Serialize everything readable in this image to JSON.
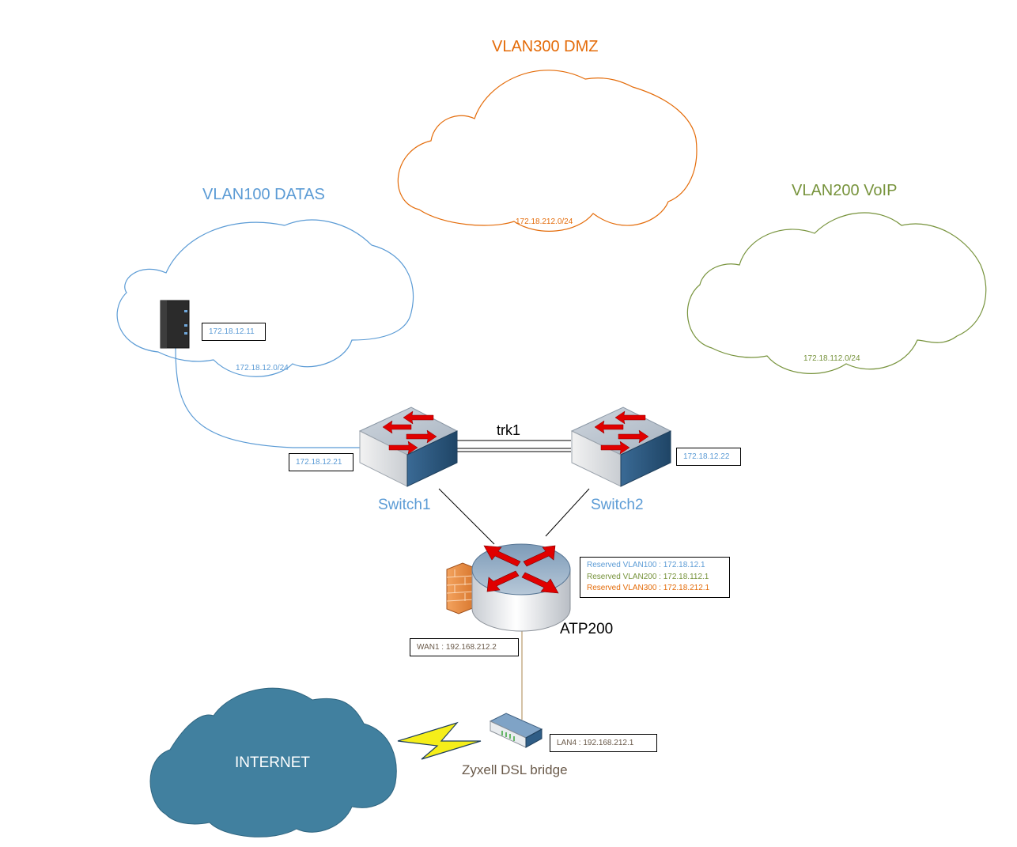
{
  "colors": {
    "vlan100": "#5b9bd5",
    "vlan200": "#77933c",
    "vlan300": "#e46c0a",
    "internet": "#41809f",
    "device_label": "#6a5a4a",
    "switch_label": "#5b9bd5"
  },
  "clouds": {
    "vlan300": {
      "title": "VLAN300 DMZ",
      "subnet": "172.18.212.0/24"
    },
    "vlan100": {
      "title": "VLAN100 DATAS",
      "subnet": "172.18.12.0/24"
    },
    "vlan200": {
      "title": "VLAN200 VoIP",
      "subnet": "172.18.112.0/24"
    },
    "internet": {
      "label": "INTERNET"
    }
  },
  "nas": {
    "ip": "172.18.12.11",
    "icon": "nas-server-icon"
  },
  "switch1": {
    "name": "Switch1",
    "ip": "172.18.12.21",
    "icon": "switch-icon"
  },
  "switch2": {
    "name": "Switch2",
    "ip": "172.18.12.22",
    "icon": "switch-icon"
  },
  "trunk": {
    "label": "trk1"
  },
  "firewall": {
    "name": "ATP200",
    "icon": "router-firewall-icon",
    "reserved": [
      {
        "text": "Reserved VLAN100 : 172.18.12.1"
      },
      {
        "text": "Reserved VLAN200 : 172.18.112.1"
      },
      {
        "text": "Reserved VLAN300 : 172.18.212.1"
      }
    ],
    "wan": "WAN1 : 192.168.212.2"
  },
  "bridge": {
    "name": "Zyxell DSL bridge",
    "lan": "LAN4 : 192.168.212.1",
    "icon": "dsl-modem-icon"
  }
}
